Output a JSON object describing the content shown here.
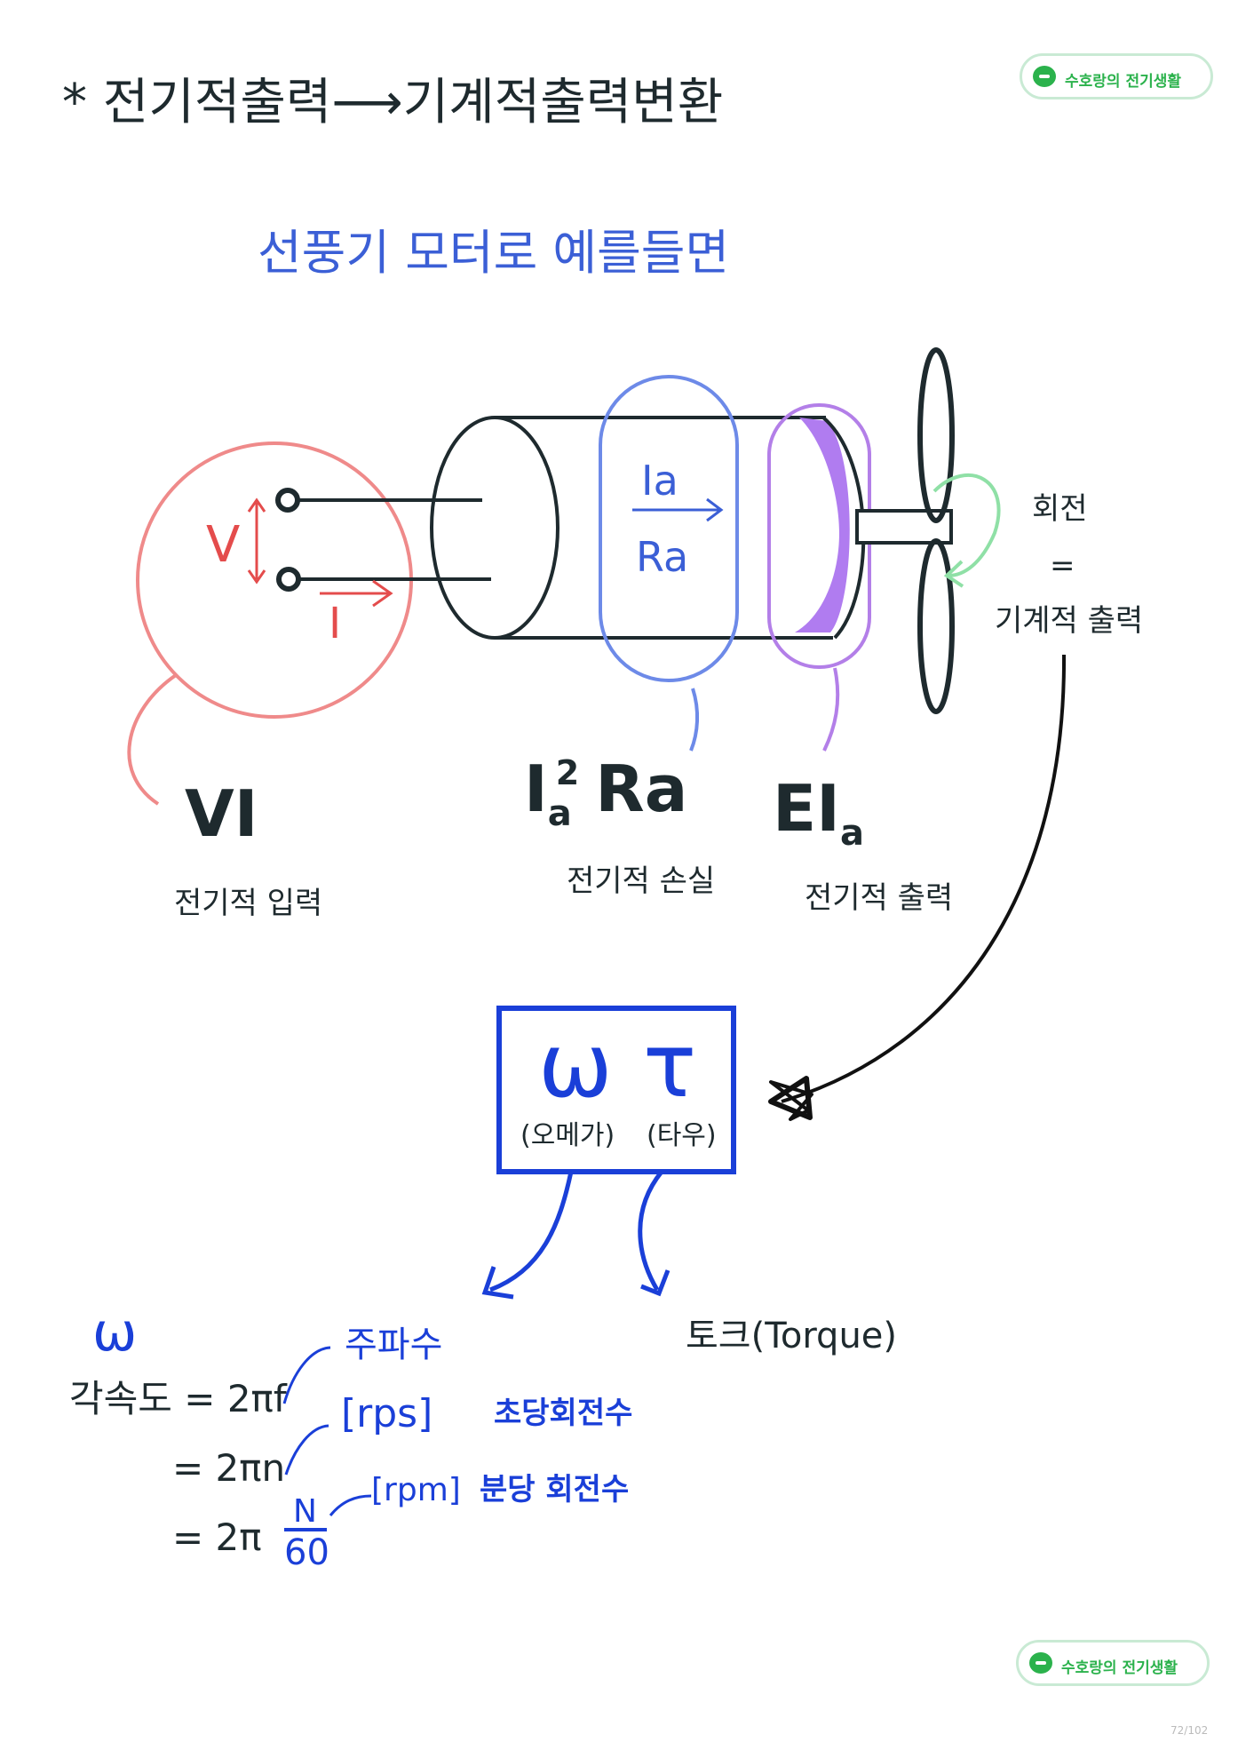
{
  "title": "* 전기적출력⟶기계적출력변환",
  "subtitle": "선풍기 모터로 예를들면",
  "brand_badge": "수호랑의 전기생활",
  "circuit": {
    "voltage": "V",
    "current": "I",
    "armature_current": "Ia",
    "armature_resistance": "Ra"
  },
  "rotation_label": "회전",
  "equals": "=",
  "mechanical_output_label": "기계적 출력",
  "input_formula": "VI",
  "input_caption": "전기적 입력",
  "loss_formula_base": "I",
  "loss_formula_sub": "a",
  "loss_formula_sup": "2",
  "loss_formula_tail": "Ra",
  "loss_caption": "전기적 손실",
  "output_formula_base": "EI",
  "output_formula_sub": "a",
  "output_caption": "전기적 출력",
  "box": {
    "omega_symbol": "ω",
    "tau_symbol": "τ",
    "omega_reading": "(오메가)",
    "tau_reading": "(타우)"
  },
  "torque_label": "토크(Torque)",
  "omega_heading": "ω",
  "formulas": {
    "line1": "각속도 = 2πf",
    "line2": "= 2πn",
    "line3_prefix": "= 2π",
    "fraction_num": "N",
    "fraction_den": "60",
    "note_frequency": "주파수",
    "note_rps": "[rps]",
    "note_rps_desc": "초당회전수",
    "note_rpm": "[rpm]",
    "note_rpm_desc": "분당 회전수"
  },
  "page_number": "72/102",
  "colors": {
    "ink": "#1e2a2e",
    "red": "#e46a6a",
    "blue": "#3b5fd6",
    "box_blue": "#1a3fd8",
    "purple": "#b37fe8",
    "purple_fill": "#b07cf0",
    "green": "#8fe0a6",
    "brand_green": "#2bb24c"
  }
}
